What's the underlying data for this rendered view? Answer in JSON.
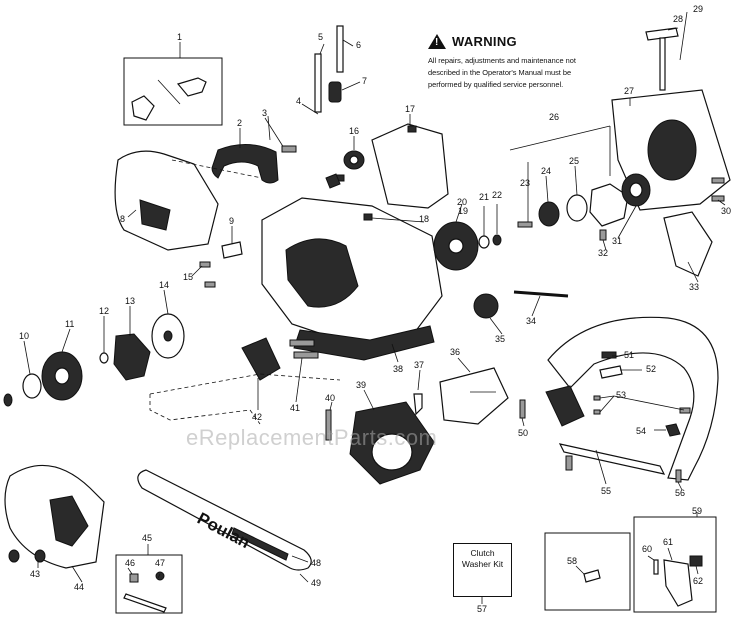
{
  "warning": {
    "title": "WARNING",
    "icon": "warning-triangle-icon",
    "text": "All repairs, adjustments and maintenance not described in the Operator's Manual must be performed by qualified service personnel."
  },
  "kit_box": {
    "label": "Clutch Washer Kit"
  },
  "bar_brand": "Poulan",
  "watermark": "eReplacementParts.com",
  "part_numbers": {
    "p1": "1",
    "p2": "2",
    "p3": "3",
    "p4": "4",
    "p5": "5",
    "p6": "6",
    "p7": "7",
    "p8": "8",
    "p9": "9",
    "p10": "10",
    "p11": "11",
    "p12": "12",
    "p13": "13",
    "p14": "14",
    "p15": "15",
    "p16": "16",
    "p17": "17",
    "p18": "18",
    "p19": "19",
    "p20": "20",
    "p21": "21",
    "p22": "22",
    "p23": "23",
    "p24": "24",
    "p25": "25",
    "p26": "26",
    "p27": "27",
    "p28": "28",
    "p29": "29",
    "p30": "30",
    "p31": "31",
    "p32": "32",
    "p33": "33",
    "p34": "34",
    "p35": "35",
    "p36": "36",
    "p37": "37",
    "p38": "38",
    "p39": "39",
    "p40": "40",
    "p41": "41",
    "p42": "42",
    "p43": "43",
    "p44": "44",
    "p45": "45",
    "p46": "46",
    "p47": "47",
    "p48": "48",
    "p49": "49",
    "p50": "50",
    "p51": "51",
    "p52": "52",
    "p53": "53",
    "p54": "54",
    "p55": "55",
    "p56": "56",
    "p57": "57",
    "p58": "58",
    "p59": "59",
    "p60": "60",
    "p61": "61",
    "p62": "62"
  }
}
